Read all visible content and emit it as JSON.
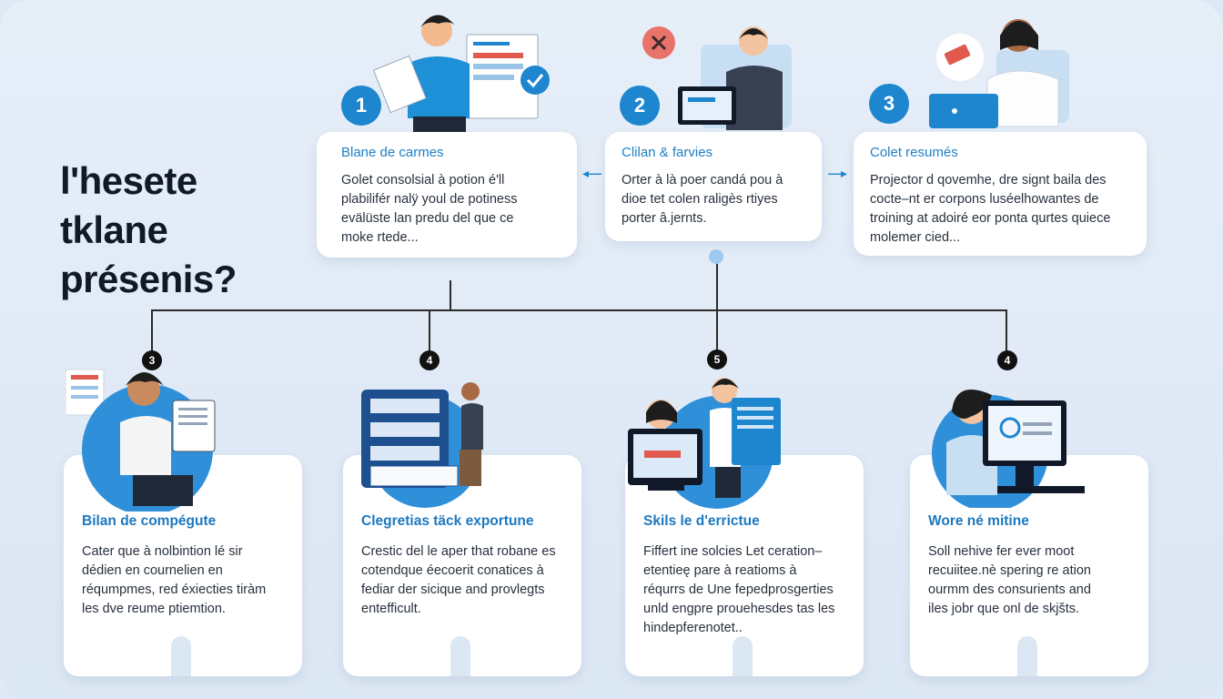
{
  "title": [
    "l'hesete",
    "tklane",
    "présenis?"
  ],
  "top_cards": [
    {
      "number": "1",
      "heading": "Blane de carmes",
      "lines": [
        "Golet consolsial à potion é'll",
        "plabilifér nalÿ youl de potiness",
        "evälüste lan predu del que ce",
        "moke rtede..."
      ]
    },
    {
      "number": "2",
      "heading": "Clilan & farvies",
      "lines": [
        "Orter à là poer candá pou à",
        "dioe tet colen raligès rtiyes",
        "porter â.jernts."
      ]
    },
    {
      "number": "3",
      "heading": "Colet resumés",
      "lines": [
        "Projector d qovemhe, dre signt baila des",
        "cocte–nt er corpons luséelhowantes de",
        "troining at adoiré eor ponta qurtes quiece",
        "molemer cied..."
      ]
    }
  ],
  "bottom_cards": [
    {
      "node": "3",
      "heading": "Bilan de compégute",
      "lines": [
        "Cater que à nolbintion lé sir",
        "dédien en cournelien en",
        "réqumpmes, red éxiecties tiràm",
        "les dve reume ptiemtion."
      ]
    },
    {
      "node": "4",
      "heading": "Clegretias täck exportune",
      "lines": [
        "Crestic del le aper that robane es",
        "cotendque éecoerit conatices à",
        "fediar der sicique and provlegts",
        "entefficult."
      ]
    },
    {
      "node": "5",
      "heading": "Skils le d'errictue",
      "lines": [
        "Fiffert ine solcies Let ceration–",
        "etentieę pare à reatioms à",
        "réqurrs de Une fepedprosgerties",
        "unld engpre prouehesdes tas les",
        "hindepferenotet.."
      ]
    },
    {
      "node": "4",
      "heading": "Wore né mitine",
      "lines": [
        "Soll nehive fer ever moot",
        "recuiitee.nè spering re ation",
        "ourmm des consurients and",
        "iles jobr que onl de skjšts."
      ]
    }
  ],
  "colors": {
    "accent": "#1e86cf",
    "heading": "#1e7fc4",
    "background": "#dfe9f5",
    "illustration_circle": "#2f8fd9"
  }
}
